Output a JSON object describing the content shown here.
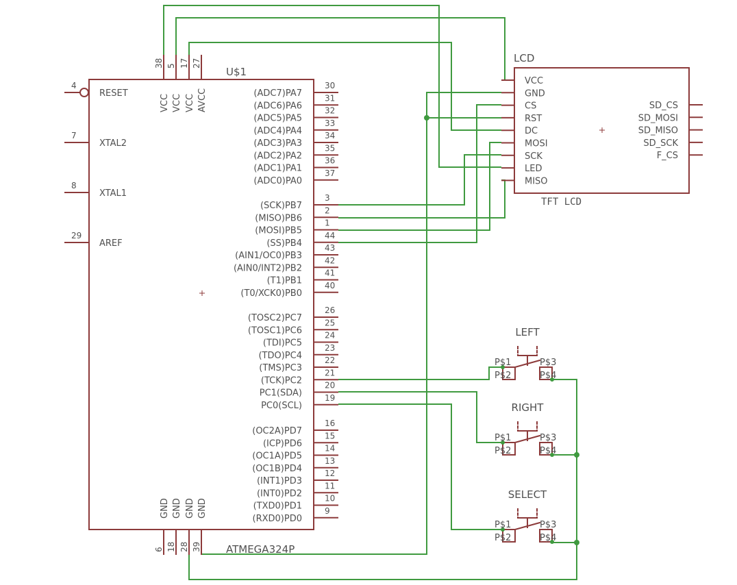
{
  "colors": {
    "symbol": "#8c3a3a",
    "wire": "#3f9a3f",
    "text": "#505050"
  },
  "mcu": {
    "name": "U$1",
    "value": "ATMEGA324P",
    "left_pins": [
      {
        "num": "4",
        "label": "RESET"
      },
      {
        "num": "7",
        "label": "XTAL2"
      },
      {
        "num": "8",
        "label": "XTAL1"
      },
      {
        "num": "29",
        "label": "AREF"
      }
    ],
    "top_pins": [
      {
        "num": "38",
        "label": "VCC"
      },
      {
        "num": "5",
        "label": "VCC"
      },
      {
        "num": "17",
        "label": "VCC"
      },
      {
        "num": "27",
        "label": "AVCC"
      }
    ],
    "bottom_pins": [
      {
        "num": "6",
        "label": "GND"
      },
      {
        "num": "18",
        "label": "GND"
      },
      {
        "num": "28",
        "label": "GND"
      },
      {
        "num": "39",
        "label": "GND"
      }
    ],
    "right_pins": [
      {
        "num": "30",
        "label": "(ADC7)PA7"
      },
      {
        "num": "31",
        "label": "(ADC6)PA6"
      },
      {
        "num": "32",
        "label": "(ADC5)PA5"
      },
      {
        "num": "33",
        "label": "(ADC4)PA4"
      },
      {
        "num": "34",
        "label": "(ADC3)PA3"
      },
      {
        "num": "35",
        "label": "(ADC2)PA2"
      },
      {
        "num": "36",
        "label": "(ADC1)PA1"
      },
      {
        "num": "37",
        "label": "(ADC0)PA0"
      },
      {
        "num": "3",
        "label": "(SCK)PB7"
      },
      {
        "num": "2",
        "label": "(MISO)PB6"
      },
      {
        "num": "1",
        "label": "(MOSI)PB5"
      },
      {
        "num": "44",
        "label": "(SS)PB4"
      },
      {
        "num": "43",
        "label": "(AIN1/OC0)PB3"
      },
      {
        "num": "42",
        "label": "(AIN0/INT2)PB2"
      },
      {
        "num": "41",
        "label": "(T1)PB1"
      },
      {
        "num": "40",
        "label": "(T0/XCK0)PB0"
      },
      {
        "num": "26",
        "label": "(TOSC2)PC7"
      },
      {
        "num": "25",
        "label": "(TOSC1)PC6"
      },
      {
        "num": "24",
        "label": "(TDI)PC5"
      },
      {
        "num": "23",
        "label": "(TDO)PC4"
      },
      {
        "num": "22",
        "label": "(TMS)PC3"
      },
      {
        "num": "21",
        "label": "(TCK)PC2"
      },
      {
        "num": "20",
        "label": "PC1(SDA)"
      },
      {
        "num": "19",
        "label": "PC0(SCL)"
      },
      {
        "num": "16",
        "label": "(OC2A)PD7"
      },
      {
        "num": "15",
        "label": "(ICP)PD6"
      },
      {
        "num": "14",
        "label": "(OC1A)PD5"
      },
      {
        "num": "13",
        "label": "(OC1B)PD4"
      },
      {
        "num": "12",
        "label": "(INT1)PD3"
      },
      {
        "num": "11",
        "label": "(INT0)PD2"
      },
      {
        "num": "10",
        "label": "(TXD0)PD1"
      },
      {
        "num": "9",
        "label": "(RXD0)PD0"
      }
    ]
  },
  "lcd": {
    "name": "LCD",
    "value": "TFT LCD",
    "left_pins": [
      "VCC",
      "GND",
      "CS",
      "RST",
      "DC",
      "MOSI",
      "SCK",
      "LED",
      "MISO"
    ],
    "right_pins": [
      "SD_CS",
      "SD_MOSI",
      "SD_MISO",
      "SD_SCK",
      "F_CS"
    ]
  },
  "buttons": [
    {
      "name": "LEFT",
      "p1": "P$1",
      "p2": "P$2",
      "p3": "P$3",
      "p4": "P$4"
    },
    {
      "name": "RIGHT",
      "p1": "P$1",
      "p2": "P$2",
      "p3": "P$3",
      "p4": "P$4"
    },
    {
      "name": "SELECT",
      "p1": "P$1",
      "p2": "P$2",
      "p3": "P$3",
      "p4": "P$4"
    }
  ]
}
